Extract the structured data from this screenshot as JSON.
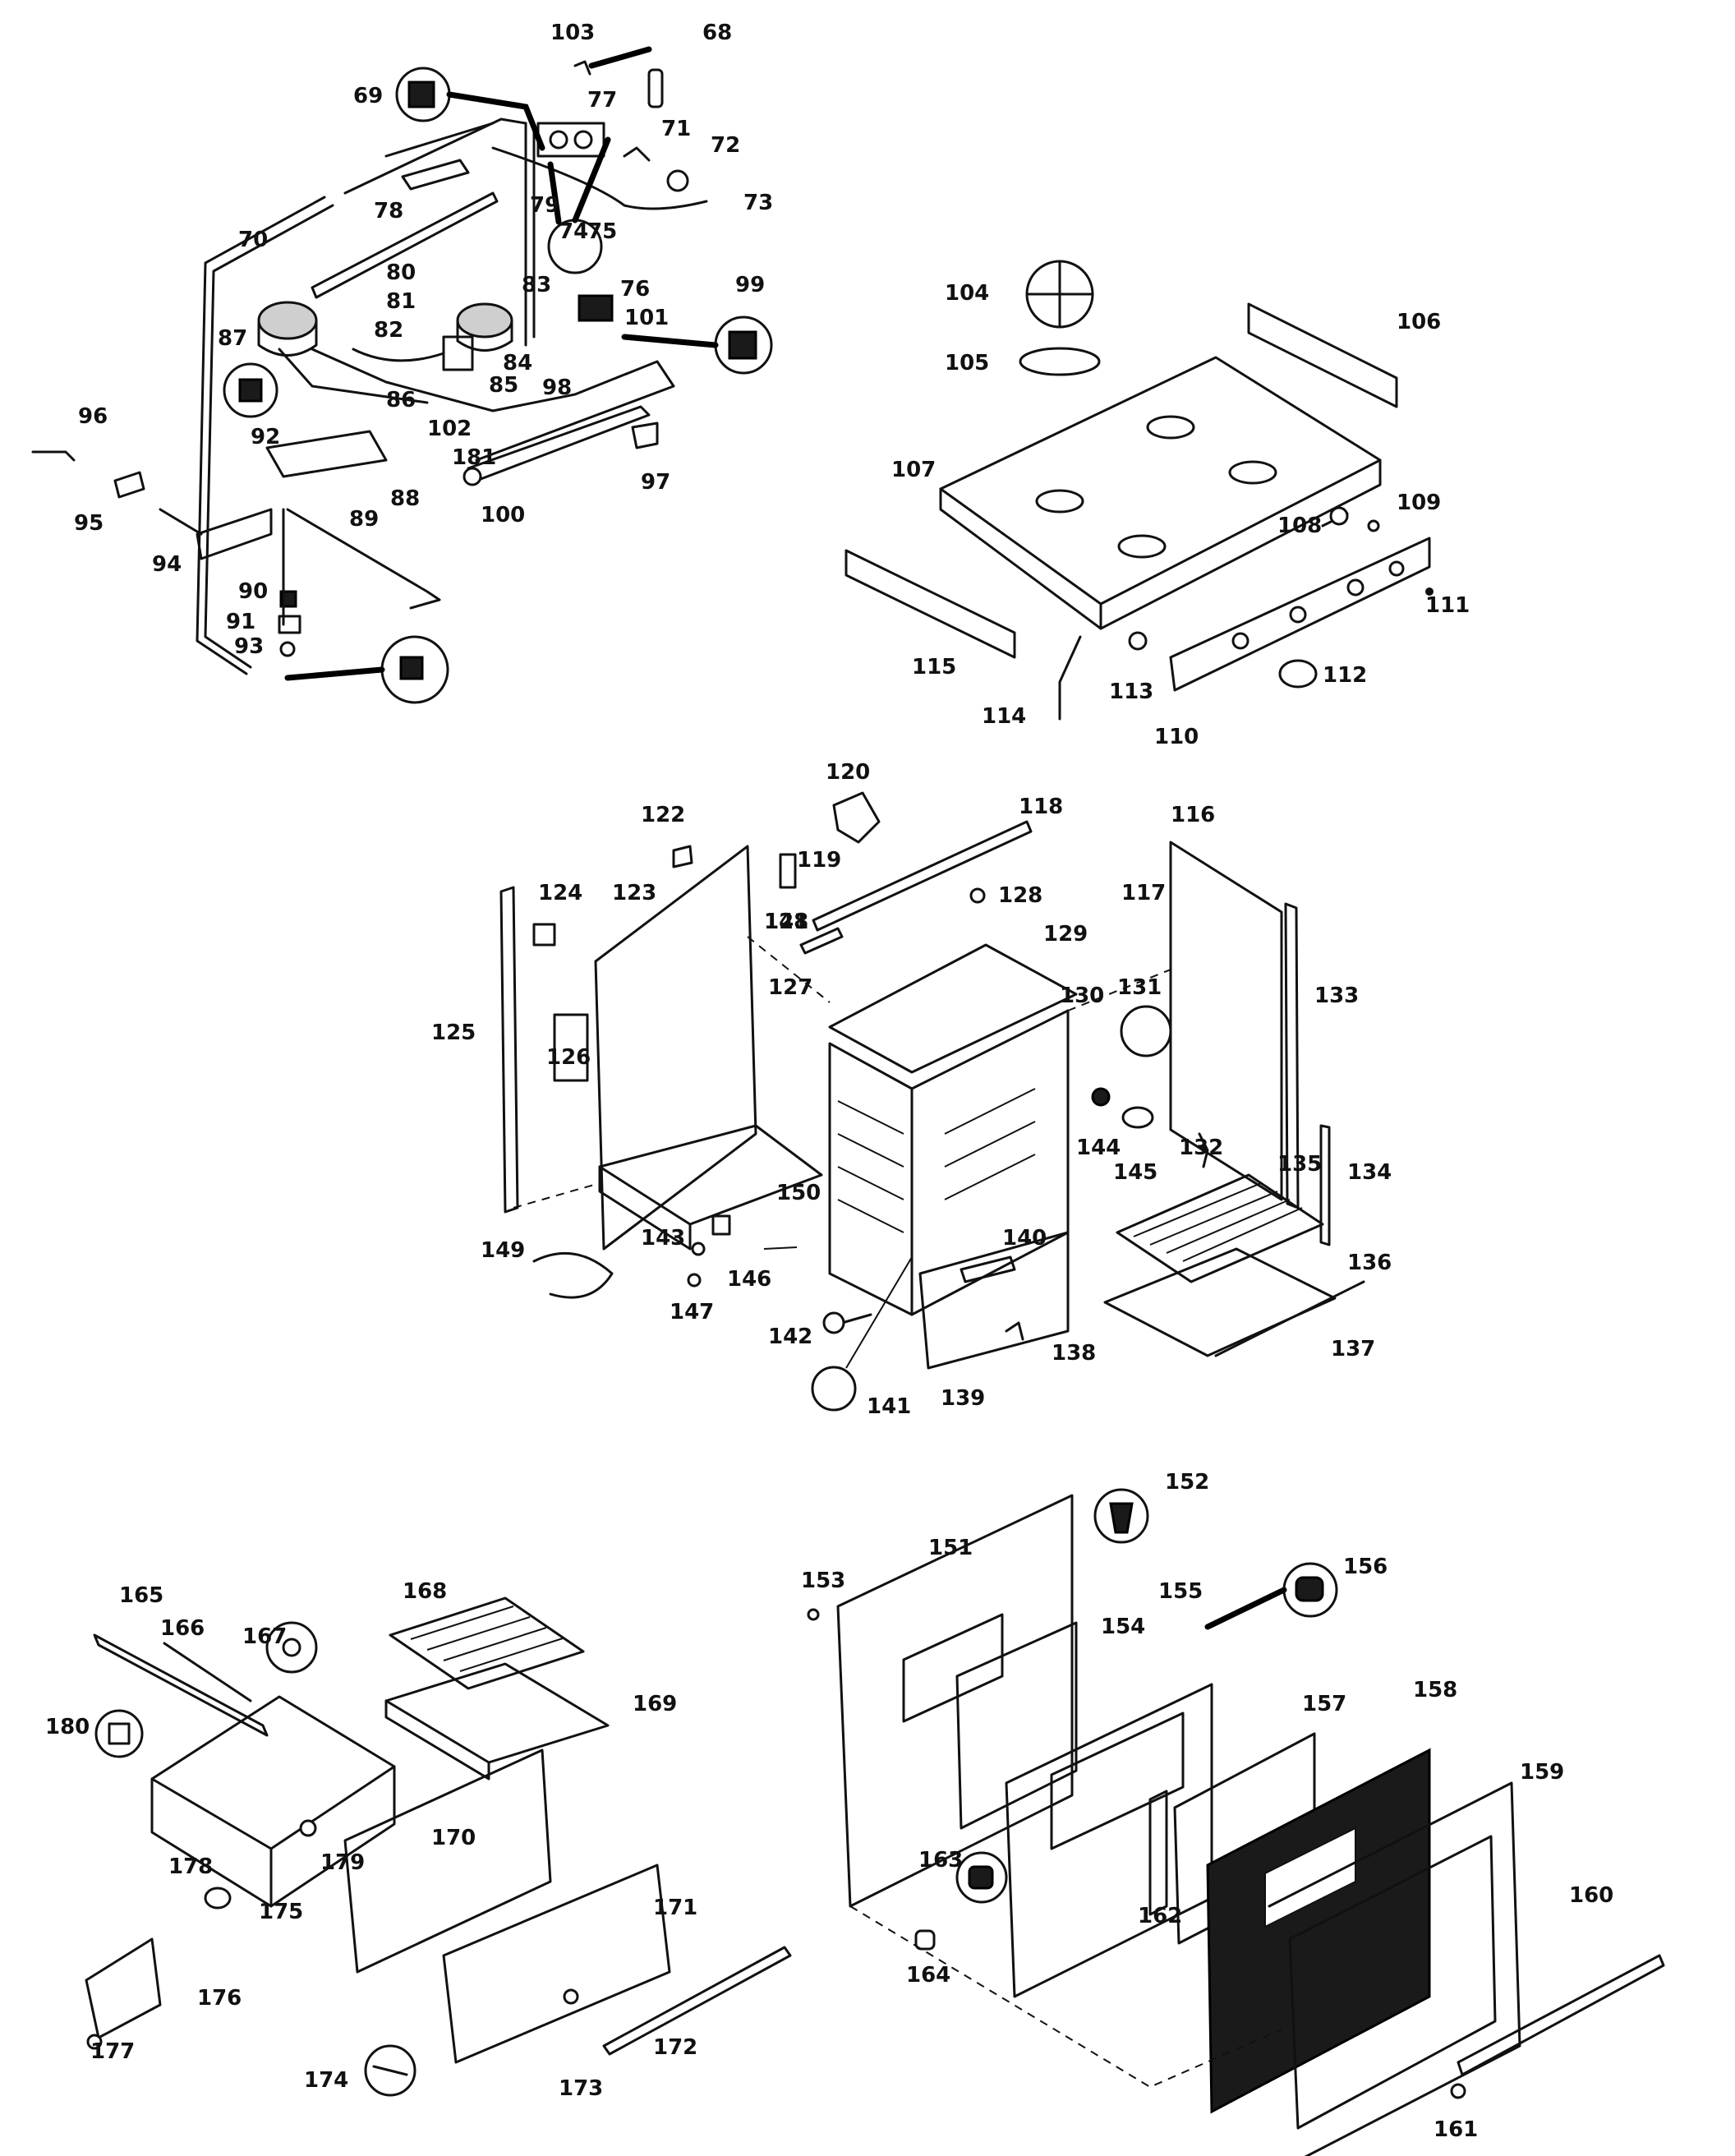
{
  "diagram": {
    "labels": [
      "68",
      "69",
      "70",
      "71",
      "72",
      "73",
      "74",
      "75",
      "76",
      "77",
      "78",
      "79",
      "80",
      "81",
      "82",
      "83",
      "84",
      "85",
      "86",
      "87",
      "88",
      "89",
      "90",
      "91",
      "92",
      "93",
      "94",
      "95",
      "96",
      "97",
      "98",
      "99",
      "100",
      "101",
      "102",
      "103",
      "181",
      "104",
      "105",
      "106",
      "107",
      "108",
      "109",
      "110",
      "111",
      "112",
      "113",
      "114",
      "115",
      "116",
      "117",
      "118",
      "119",
      "120",
      "121",
      "122",
      "123",
      "124",
      "125",
      "126",
      "127",
      "128",
      "129",
      "130",
      "131",
      "132",
      "133",
      "134",
      "135",
      "136",
      "137",
      "138",
      "139",
      "140",
      "141",
      "142",
      "143",
      "144",
      "145",
      "146",
      "147",
      "148",
      "149",
      "150",
      "151",
      "152",
      "153",
      "154",
      "155",
      "156",
      "157",
      "158",
      "159",
      "160",
      "161",
      "162",
      "163",
      "164",
      "165",
      "166",
      "167",
      "168",
      "169",
      "170",
      "171",
      "172",
      "173",
      "174",
      "175",
      "176",
      "177",
      "178",
      "179",
      "180"
    ]
  }
}
